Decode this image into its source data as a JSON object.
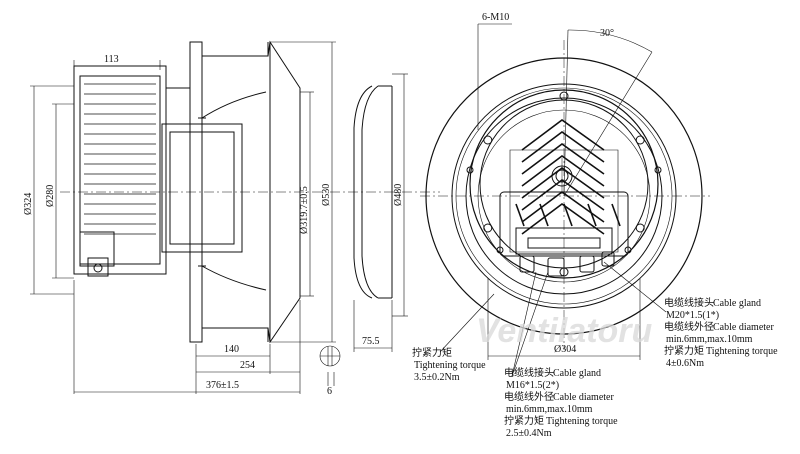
{
  "dims": {
    "d113": "113",
    "d324": "Ø324",
    "d280": "Ø280",
    "d319": "Ø319.7±0.5",
    "d530": "Ø530",
    "d480": "Ø480",
    "d140": "140",
    "d254": "254",
    "d376": "376±1.5",
    "d75": "75.5",
    "d6": "6",
    "d304": "Ø304",
    "m10": "6-M10",
    "a30": "30°"
  },
  "notes": {
    "torque_left": {
      "cn": "拧紧力矩",
      "en": "Tightening torque",
      "val": "3.5±0.2Nm"
    },
    "gland_m20": {
      "cn": "电缆线接头",
      "en": "Cable gland",
      "spec": "M20*1.5(1*)"
    },
    "diam_m20": {
      "cn": "电缆线外径",
      "en": "Cable diameter",
      "spec": "min.6mm,max.10mm"
    },
    "torque_m20": {
      "cn": "拧紧力矩",
      "en": "Tightening torque",
      "val": "4±0.6Nm"
    },
    "gland_m16": {
      "cn": "电缆线接头",
      "en": "Cable gland",
      "spec": "M16*1.5(2*)"
    },
    "diam_m16": {
      "cn": "电缆线外径",
      "en": "Cable diameter",
      "spec": "min.6mm,max.10mm"
    },
    "torque_m16": {
      "cn": "拧紧力矩",
      "en": "Tightening torque",
      "val": "2.5±0.4Nm"
    }
  },
  "watermark": "Ventilatoru"
}
